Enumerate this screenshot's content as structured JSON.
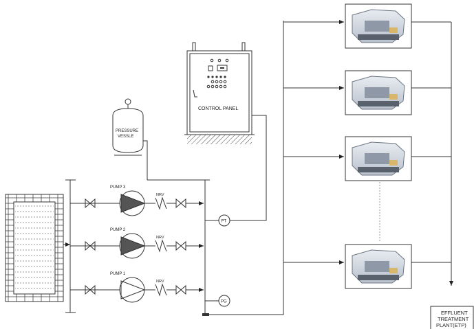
{
  "labels": {
    "pump3": "PUMP 3",
    "pump2": "PUMP 2",
    "pump1": "PUMP 1",
    "nrv": "NRV",
    "pressure_vessel_line1": "PRESSURE",
    "pressure_vessel_line2": "VESSLE",
    "control_panel": "CONTROL  PANEL",
    "pt": "PT",
    "pg": "PG",
    "etp_line1": "EFFLUENT",
    "etp_line2": "TREATMENT",
    "etp_line3": "PLANT(ETP)"
  }
}
